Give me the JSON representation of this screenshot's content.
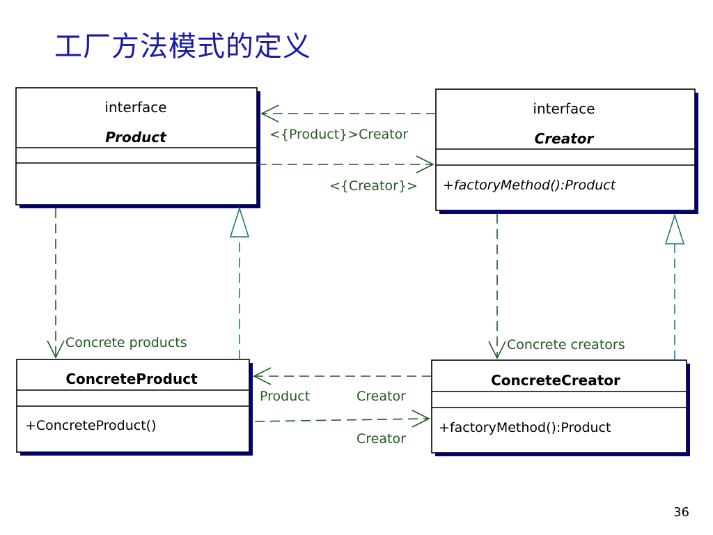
{
  "title": "工厂方法模式的定义",
  "page_number": "36",
  "classes": {
    "product": {
      "stereotype": "interface",
      "name": "Product"
    },
    "creator": {
      "stereotype": "interface",
      "name": "Creator",
      "operation": "+factoryMethod():Product"
    },
    "concrete_product": {
      "name": "ConcreteProduct",
      "operation": "+ConcreteProduct()"
    },
    "concrete_creator": {
      "name": "ConcreteCreator",
      "operation": "+factoryMethod():Product"
    }
  },
  "relations": {
    "creator_to_product_label": "<{Product}>Creator",
    "product_to_creator_label": "<{Creator}>",
    "concrete_products_label": "Concrete products",
    "concrete_creators_label": "Concrete creators",
    "cc_to_cp_role_product": "Product",
    "cc_to_cp_role_creator": "Creator",
    "cp_to_cc_role_creator": "Creator"
  }
}
